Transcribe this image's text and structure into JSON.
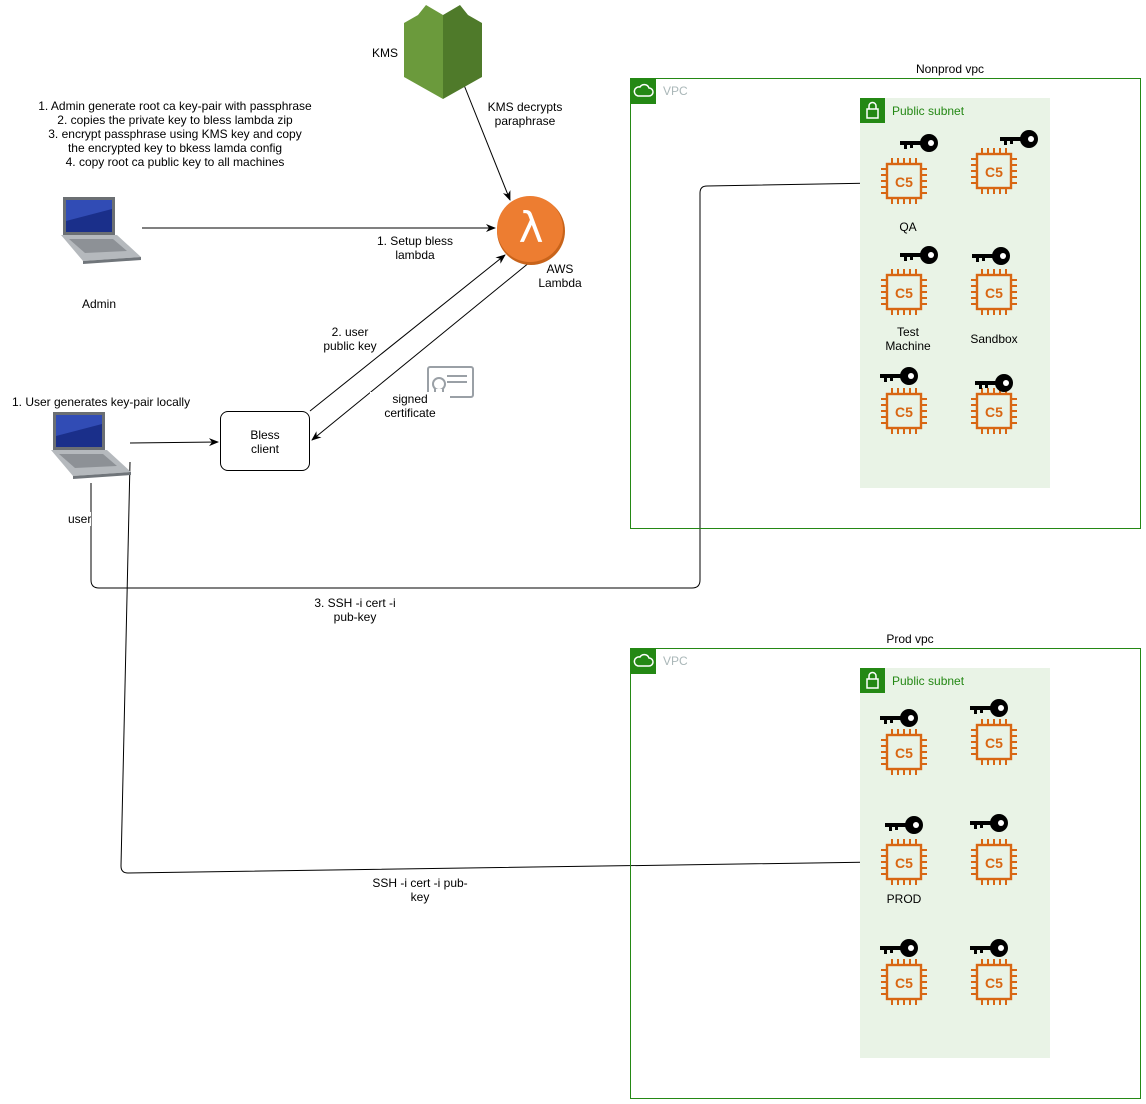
{
  "steps": [
    "1. Admin generate root ca key-pair with passphrase",
    "2. copies the private key to bless lambda zip",
    "3. encrypt passphrase using KMS key and copy",
    "the encrypted key to bkess lamda config",
    "4. copy root ca public key to all machines"
  ],
  "kms": {
    "label": "KMS",
    "edge_label_1": "KMS decrypts",
    "edge_label_2": "paraphrase"
  },
  "lambda": {
    "label_1": "AWS",
    "label_2": "Lambda",
    "glyph": "λ"
  },
  "admin": {
    "label": "Admin",
    "edge_label_1": "1. Setup bless",
    "edge_label_2": "lambda"
  },
  "user": {
    "label": "user",
    "step_label": "1. User generates key-pair locally"
  },
  "bless_client": {
    "label_1": "Bless",
    "label_2": "client"
  },
  "edges": {
    "user_public_key_1": "2. user",
    "user_public_key_2": "public key",
    "signed_cert_1": "signed",
    "signed_cert_2": "certificate",
    "ssh_nonprod_1": "3. SSH -i cert -i",
    "ssh_nonprod_2": "pub-key",
    "ssh_prod_1": "SSH -i cert -i pub-",
    "ssh_prod_2": "key"
  },
  "nonprod": {
    "title": "Nonprod vpc",
    "vpc_label": "VPC",
    "subnet_label": "Public subnet",
    "machine_labels": {
      "qa": "QA",
      "test_1": "Test",
      "test_2": "Machine",
      "sandbox": "Sandbox"
    }
  },
  "prod": {
    "title": "Prod vpc",
    "vpc_label": "VPC",
    "subnet_label": "Public subnet",
    "machine_labels": {
      "prod": "PROD"
    }
  },
  "instance_label": "C5",
  "colors": {
    "vpc_green": "#248814",
    "subnet_fill": "#e9f3e6",
    "ec2_orange": "#d86613",
    "lambda_orange": "#ed7d31",
    "kms_green": "#6a8f3a"
  }
}
